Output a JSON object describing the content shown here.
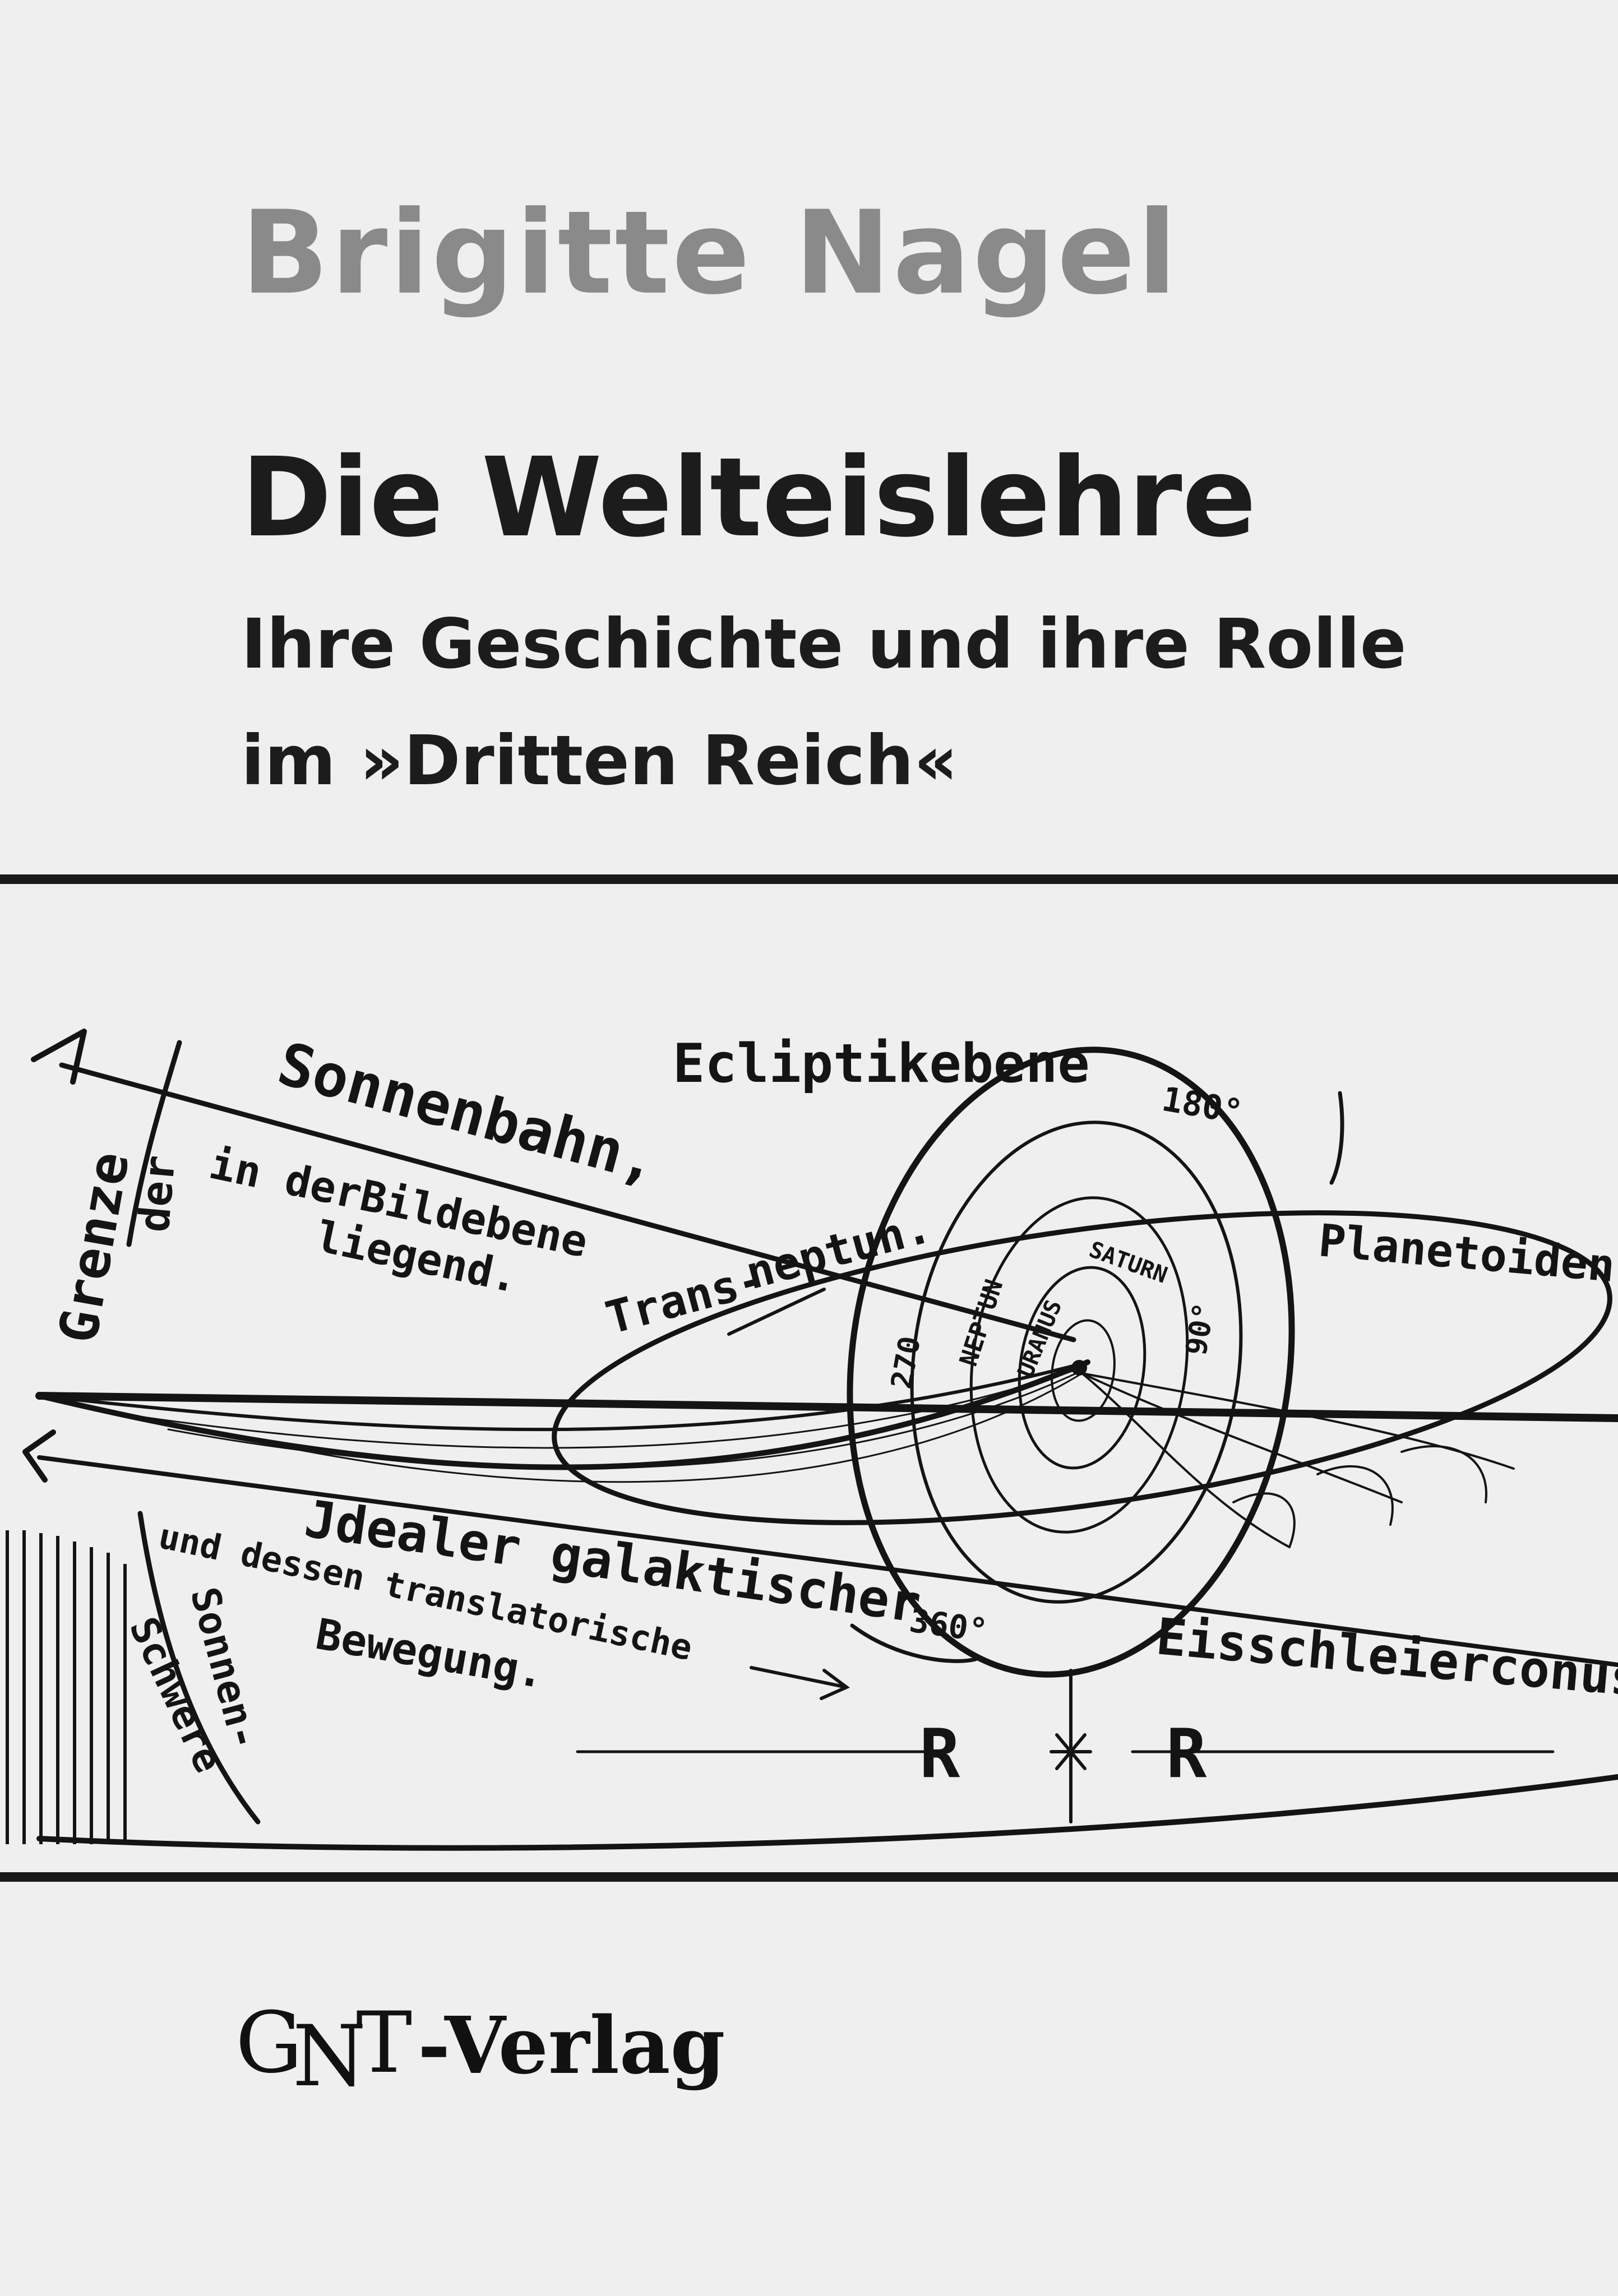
{
  "cover": {
    "author": "Brigitte Nagel",
    "title": "Die Welteislehre",
    "subtitle_line1": "Ihre Geschichte und ihre Rolle",
    "subtitle_line2": "im »Dritten Reich«"
  },
  "illustration": {
    "labels": {
      "ecliptic_plane": "Ecliptikebene",
      "sun_orbit": "Sonnenbahn,",
      "in_image_plane": "in derBildebene",
      "lying": "liegend.",
      "boundary": "Grenze",
      "of_the": "der",
      "trans_neptune_a": "Trans-",
      "trans_neptune_b": "neptun.",
      "planetoids": "Planetoiden",
      "neptune": "NEPTUN",
      "uranus": "URANUS",
      "saturn": "SATURN",
      "deg_180": "180°",
      "deg_270": "270",
      "deg_90": "90°",
      "deg_360": "360°",
      "ideal_galactic": "Jdealer galaktischer",
      "and_its_translatory": "und dessen translatorische",
      "motion": "Bewegung.",
      "ice_veil_cone": "Eisschleierconus",
      "sun_gravity_a": "Sonnen-",
      "sun_gravity_b": "Schwere",
      "r_left": "R",
      "r_right": "R"
    }
  },
  "publisher": {
    "logo_letters": [
      "G",
      "N",
      "T"
    ],
    "name": "-Verlag"
  },
  "colors": {
    "background": "#efefef",
    "author_grey": "#8a8a8a",
    "text_dark": "#1c1c1c"
  }
}
